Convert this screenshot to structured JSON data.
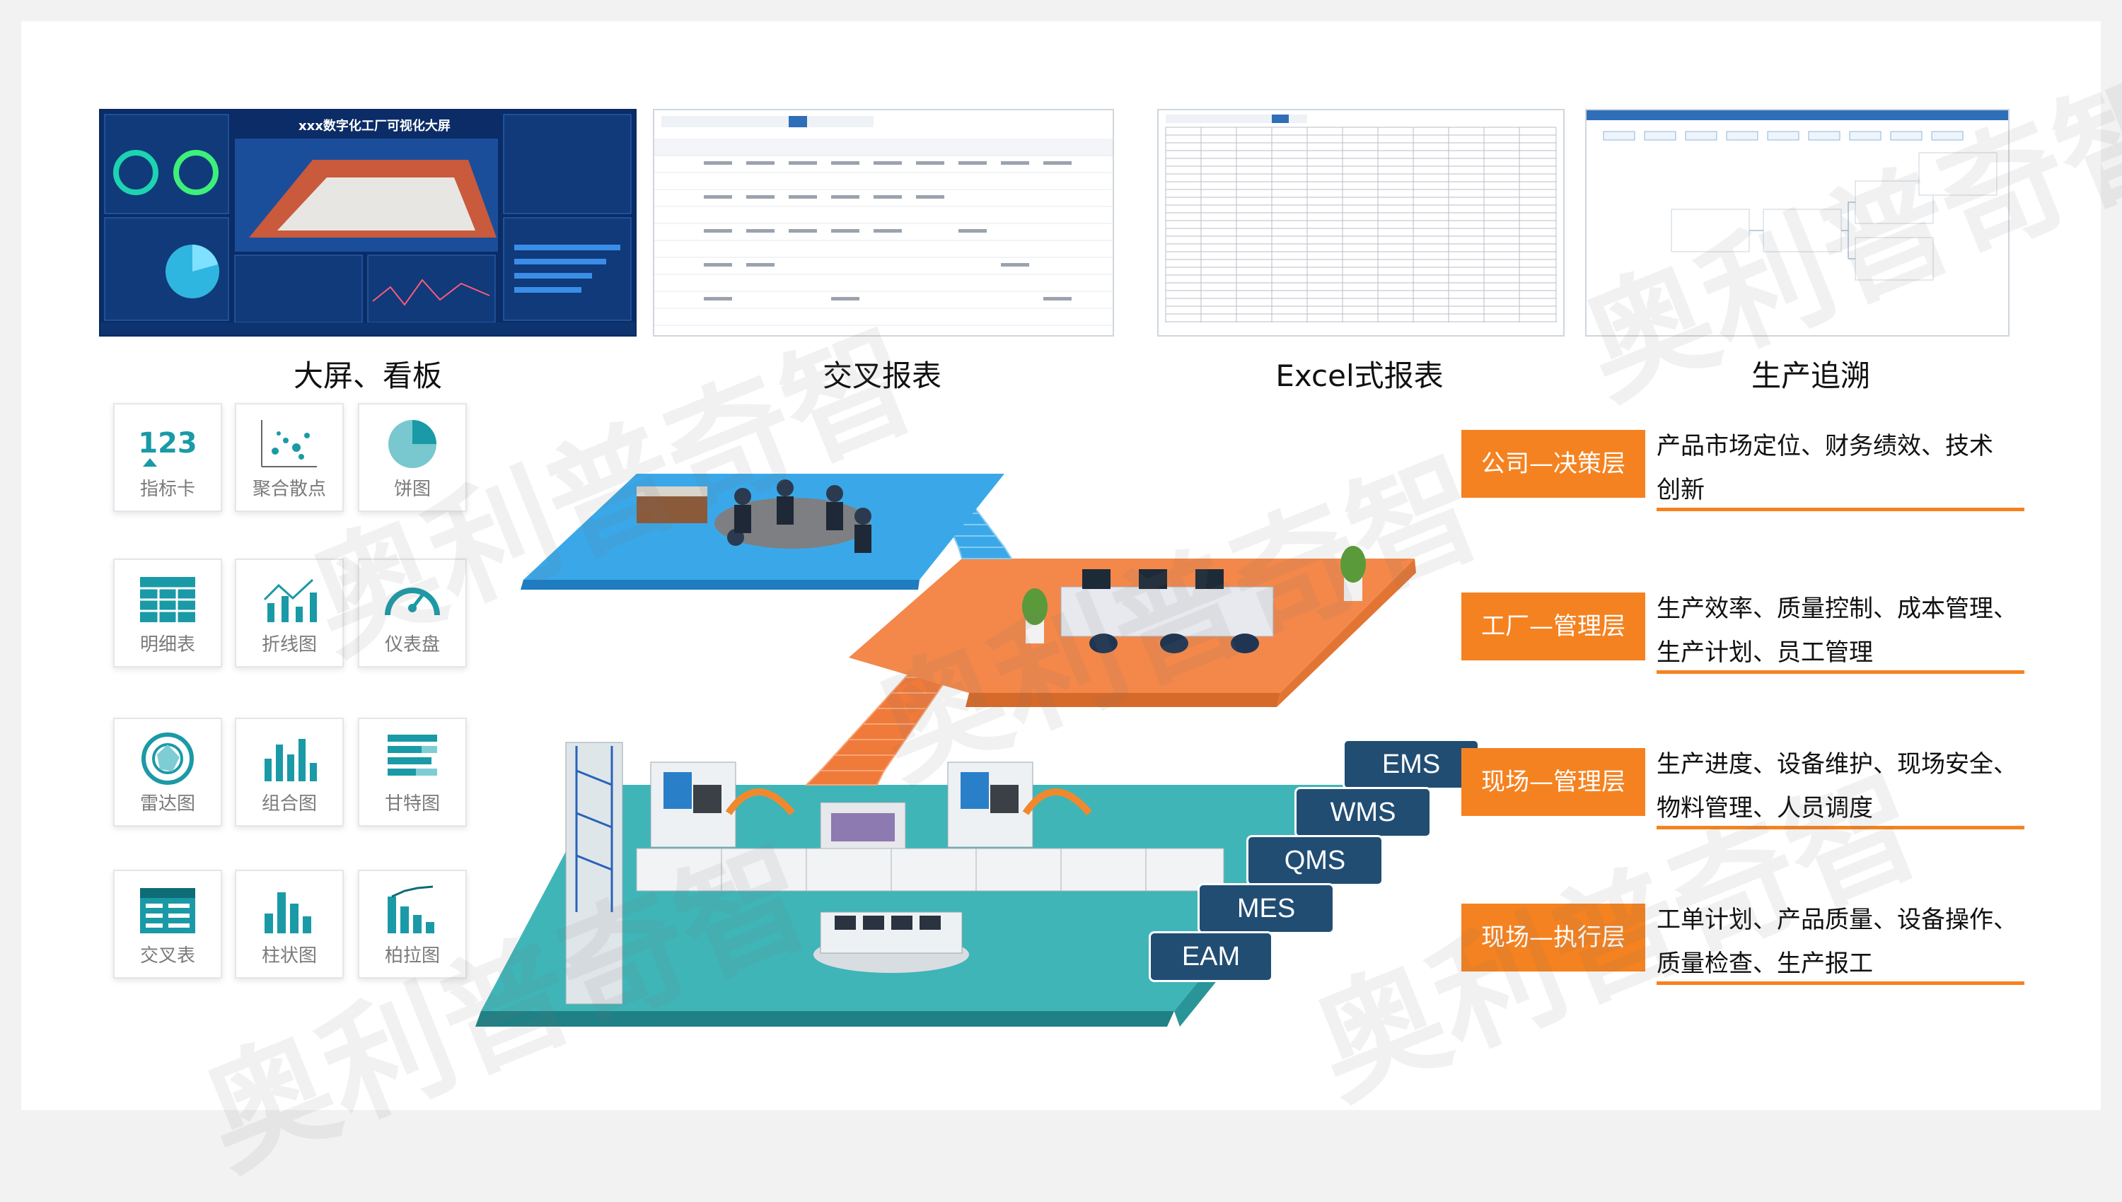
{
  "thumbnails": [
    {
      "label": "大屏、看板",
      "title": "xxx数字化工厂可视化大屏"
    },
    {
      "label": "交叉报表"
    },
    {
      "label": "Excel式报表"
    },
    {
      "label": "生产追溯"
    }
  ],
  "chart_types": [
    {
      "label": "指标卡",
      "icon": "number-card-icon",
      "glyph": "123"
    },
    {
      "label": "聚合散点",
      "icon": "scatter-icon"
    },
    {
      "label": "饼图",
      "icon": "pie-chart-icon"
    },
    {
      "label": "明细表",
      "icon": "detail-table-icon"
    },
    {
      "label": "折线图",
      "icon": "line-chart-icon"
    },
    {
      "label": "仪表盘",
      "icon": "gauge-icon"
    },
    {
      "label": "雷达图",
      "icon": "radar-chart-icon"
    },
    {
      "label": "组合图",
      "icon": "combo-chart-icon"
    },
    {
      "label": "甘特图",
      "icon": "gantt-chart-icon"
    },
    {
      "label": "交叉表",
      "icon": "cross-table-icon"
    },
    {
      "label": "柱状图",
      "icon": "bar-chart-icon"
    },
    {
      "label": "柏拉图",
      "icon": "pareto-chart-icon"
    }
  ],
  "systems": [
    "EMS",
    "WMS",
    "QMS",
    "MES",
    "EAM"
  ],
  "layers": [
    {
      "tag": "公司—决策层",
      "desc1": "产品市场定位、财务绩效、技术",
      "desc2": "创新"
    },
    {
      "tag": "工厂—管理层",
      "desc1": "生产效率、质量控制、成本管理、",
      "desc2": "生产计划、员工管理"
    },
    {
      "tag": "现场—管理层",
      "desc1": "生产进度、设备维护、现场安全、",
      "desc2": "物料管理、人员调度"
    },
    {
      "tag": "现场—执行层",
      "desc1": "工单计划、产品质量、设备操作、",
      "desc2": "质量检查、生产报工"
    }
  ],
  "watermark": "奥利普奇智",
  "colors": {
    "accent": "#f58220",
    "system_tag": "#214d73",
    "top_floor": "#3aa8e8",
    "middle_floor": "#f28a4a",
    "bottom_floor": "#2fa3a6",
    "icon_teal": "#1a9aa6"
  }
}
